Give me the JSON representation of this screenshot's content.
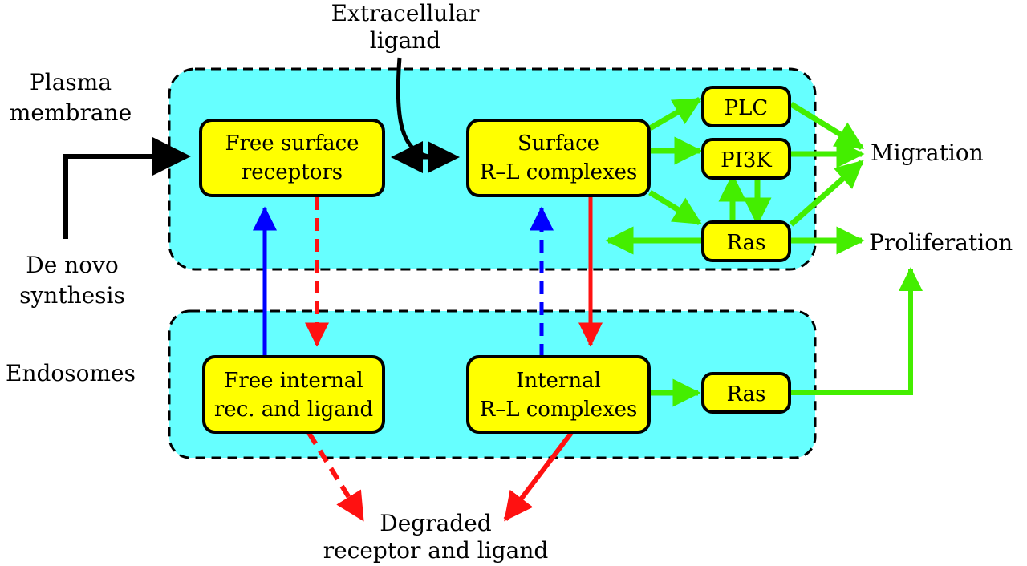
{
  "colors": {
    "compartment_fill": "#66ffff",
    "box_fill": "#ffff00",
    "green": "#44ee00",
    "red": "#ff1111",
    "blue": "#0000ff",
    "black": "#000000"
  },
  "compartments": {
    "plasma_membrane": {
      "label_line1": "Plasma",
      "label_line2": "membrane"
    },
    "endosomes": {
      "label": "Endosomes"
    }
  },
  "labels": {
    "extracellular_ligand_1": "Extracellular",
    "extracellular_ligand_2": "ligand",
    "de_novo_1": "De novo",
    "de_novo_2": "synthesis",
    "migration": "Migration",
    "proliferation": "Proliferation",
    "degraded_1": "Degraded",
    "degraded_2": "receptor and ligand"
  },
  "boxes": {
    "free_surface": {
      "line1": "Free surface",
      "line2": "receptors"
    },
    "surface_rl": {
      "line1": "Surface",
      "line2": "R–L complexes"
    },
    "plc": {
      "line1": "PLC"
    },
    "pi3k": {
      "line1": "PI3K"
    },
    "ras_surface": {
      "line1": "Ras"
    },
    "free_internal": {
      "line1": "Free internal",
      "line2": "rec. and ligand"
    },
    "internal_rl": {
      "line1": "Internal",
      "line2": "R–L complexes"
    },
    "ras_internal": {
      "line1": "Ras"
    }
  }
}
